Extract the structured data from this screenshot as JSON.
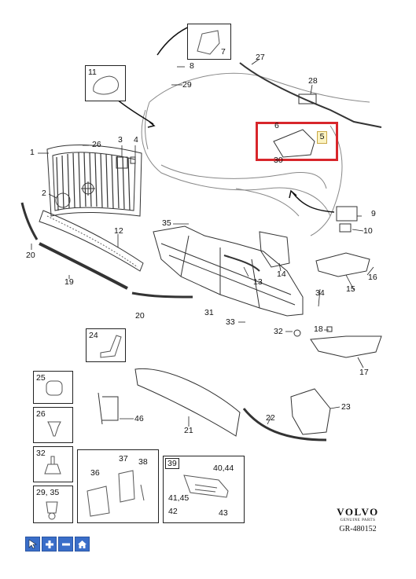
{
  "labels": {
    "l1": "1",
    "l2": "2",
    "l3": "3",
    "l4": "4",
    "l5": "5",
    "l6": "6",
    "l7": "7",
    "l8": "8",
    "l9": "9",
    "l10": "10",
    "l11": "11",
    "l12": "12",
    "l13": "13",
    "l14": "14",
    "l15": "15",
    "l16": "16",
    "l17": "17",
    "l18": "18",
    "l19": "19",
    "l20a": "20",
    "l20b": "20",
    "l21": "21",
    "l22": "22",
    "l23": "23",
    "l24": "24",
    "l25": "25",
    "l26": "26",
    "l26b": "26",
    "l27": "27",
    "l28": "28",
    "l29": "29",
    "l30": "30",
    "l31": "31",
    "l32": "32",
    "l32b": "32",
    "l33": "33",
    "l34": "34",
    "l35": "35",
    "l2935": "29, 35",
    "l36": "36",
    "l37": "37",
    "l38": "38",
    "l39": "39",
    "l4044": "40,44",
    "l4145": "41,45",
    "l42": "42",
    "l43": "43",
    "l46": "46"
  },
  "brand": {
    "name": "VOLVO",
    "tagline": "GENUINE PARTS",
    "ref": "GR-480152"
  },
  "highlight": {
    "part": "5",
    "color": "#d8262b"
  },
  "toolbar": {
    "buttons": [
      "pointer-icon",
      "zoom-in-icon",
      "zoom-out-icon",
      "home-icon"
    ],
    "color": "#3a6ec9"
  }
}
